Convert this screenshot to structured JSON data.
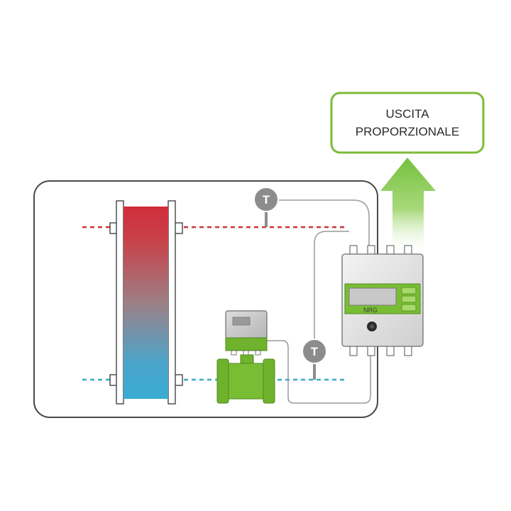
{
  "output_callout": {
    "line1": "USCITA",
    "line2": "PROPORZIONALE"
  },
  "sensors": {
    "supply_label": "T",
    "return_label": "T"
  },
  "energy_meter": {
    "brand": "NRG"
  },
  "colors": {
    "accent_green": "#7dbb3a",
    "flowmeter_green": "#6fb22c",
    "hot": "#cc3338",
    "cold": "#3aa9c9",
    "sensor_gray": "#8c8c8c",
    "outline": "#444444"
  }
}
